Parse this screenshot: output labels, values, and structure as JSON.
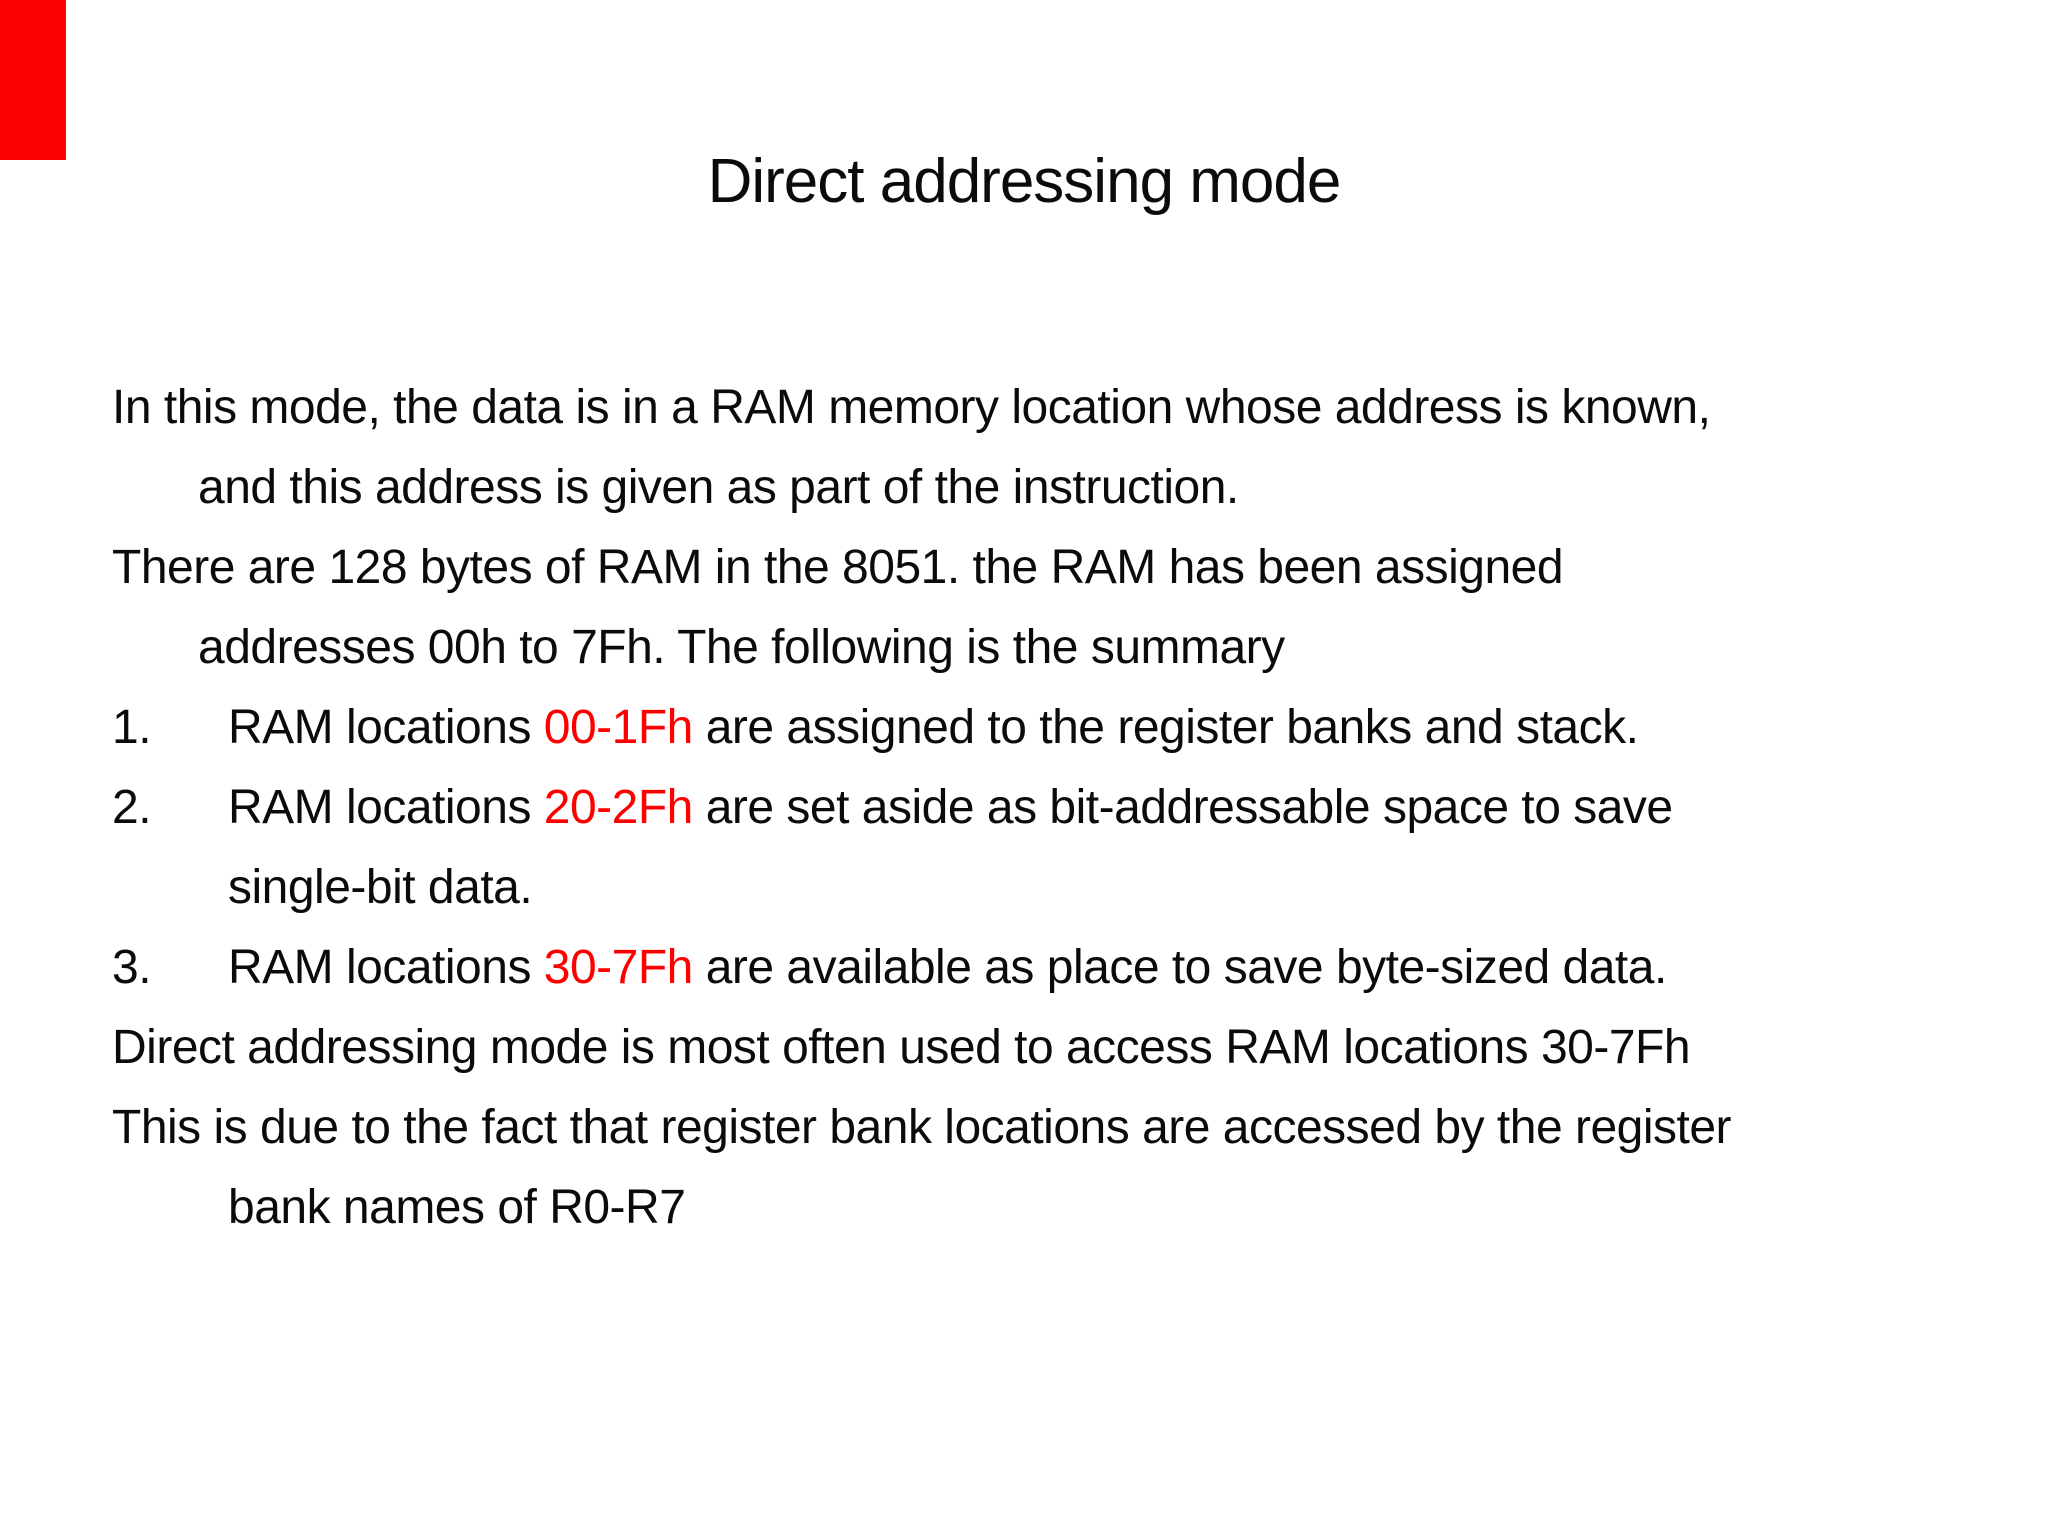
{
  "slide": {
    "title": "Direct addressing mode",
    "accent_color": "#ff0000",
    "marker_color": "#fa0100",
    "paragraphs": {
      "p1_l1": "In this mode, the data is in a RAM memory location whose address is known,",
      "p1_l2": "and this address is given as part of the instruction.",
      "p2_l1": "There are 128 bytes of RAM in the 8051. the RAM has been assigned",
      "p2_l2": "addresses 00h to 7Fh. The following is the summary",
      "item1_num": "1.",
      "item1_pre": "RAM locations ",
      "item1_red": "00-1Fh",
      "item1_post": " are assigned to the register banks and stack.",
      "item2_num": "2.",
      "item2_pre": "RAM locations ",
      "item2_red": "20-2Fh",
      "item2_post": " are set aside as bit-addressable space to save",
      "item2_cont": "single-bit data.",
      "item3_num": "3.",
      "item3_pre": "RAM locations ",
      "item3_red": "30-7Fh",
      "item3_post": " are available as place to save byte-sized data.",
      "p3": "Direct addressing mode is most often used to access RAM locations 30-7Fh",
      "p4_l1": "This is due to the fact that register bank locations are accessed by the register",
      "p4_l2": "bank names of R0-R7"
    }
  }
}
